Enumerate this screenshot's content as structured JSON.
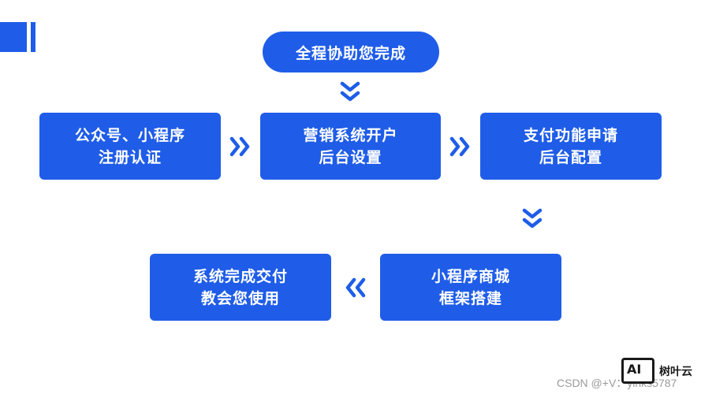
{
  "flow": {
    "start": "全程协助您完成",
    "step1": {
      "line1": "公众号、小程序",
      "line2": "注册认证"
    },
    "step2": {
      "line1": "营销系统开户",
      "line2": "后台设置"
    },
    "step3": {
      "line1": "支付功能申请",
      "line2": "后台配置"
    },
    "step4": {
      "line1": "小程序商城",
      "line2": "框架搭建"
    },
    "step5": {
      "line1": "系统完成交付",
      "line2": "教会您使用"
    }
  },
  "watermark": {
    "csdn_text": "CSDN @+V：yinks5787",
    "logo_text": "AI",
    "logo_name": "树叶云"
  },
  "colors": {
    "primary": "#1f5de8",
    "background": "#ffffff"
  }
}
